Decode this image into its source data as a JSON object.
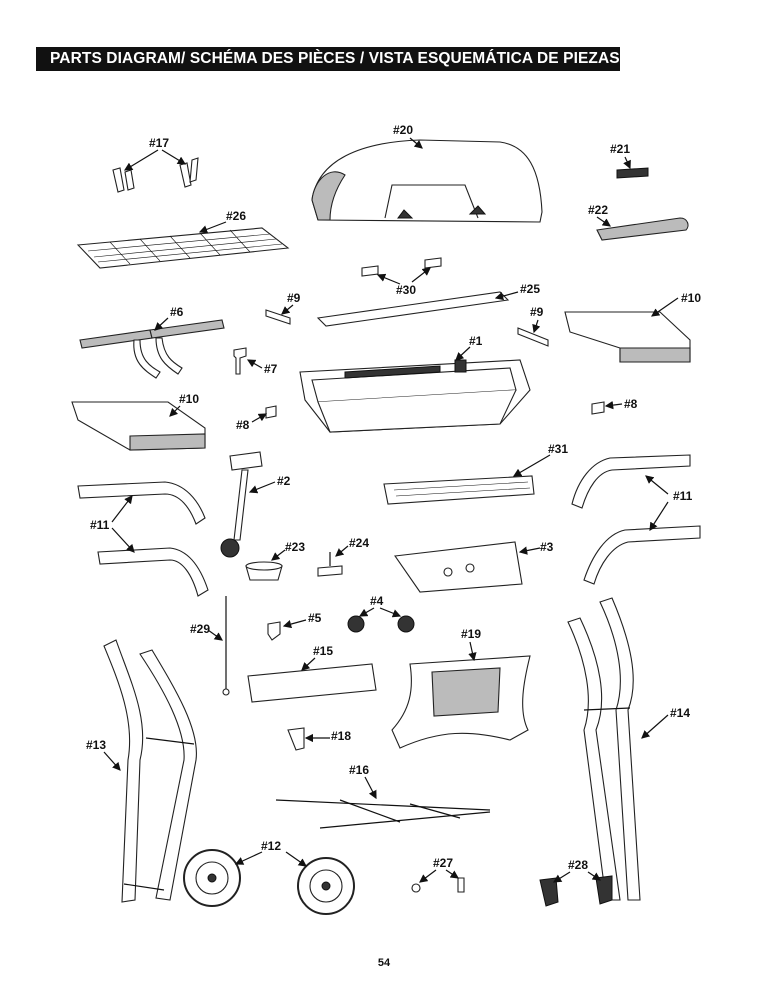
{
  "header": {
    "title": "PARTS DIAGRAM/ SCHÉMA DES PIÈCES / VISTA ESQUEMÁTICA DE PIEZAS"
  },
  "page_number": "54",
  "labels": {
    "p1": "#1",
    "p2": "#2",
    "p3": "#3",
    "p4": "#4",
    "p5": "#5",
    "p6": "#6",
    "p7": "#7",
    "p8a": "#8",
    "p8b": "#8",
    "p9a": "#9",
    "p9b": "#9",
    "p10a": "#10",
    "p10b": "#10",
    "p11a": "#11",
    "p11b": "#11",
    "p12": "#12",
    "p13": "#13",
    "p14": "#14",
    "p15": "#15",
    "p16": "#16",
    "p17": "#17",
    "p18": "#18",
    "p19": "#19",
    "p20": "#20",
    "p21": "#21",
    "p22": "#22",
    "p23": "#23",
    "p24": "#24",
    "p25": "#25",
    "p26": "#26",
    "p27": "#27",
    "p28": "#28",
    "p29": "#29",
    "p30": "#30",
    "p31": "#31"
  }
}
